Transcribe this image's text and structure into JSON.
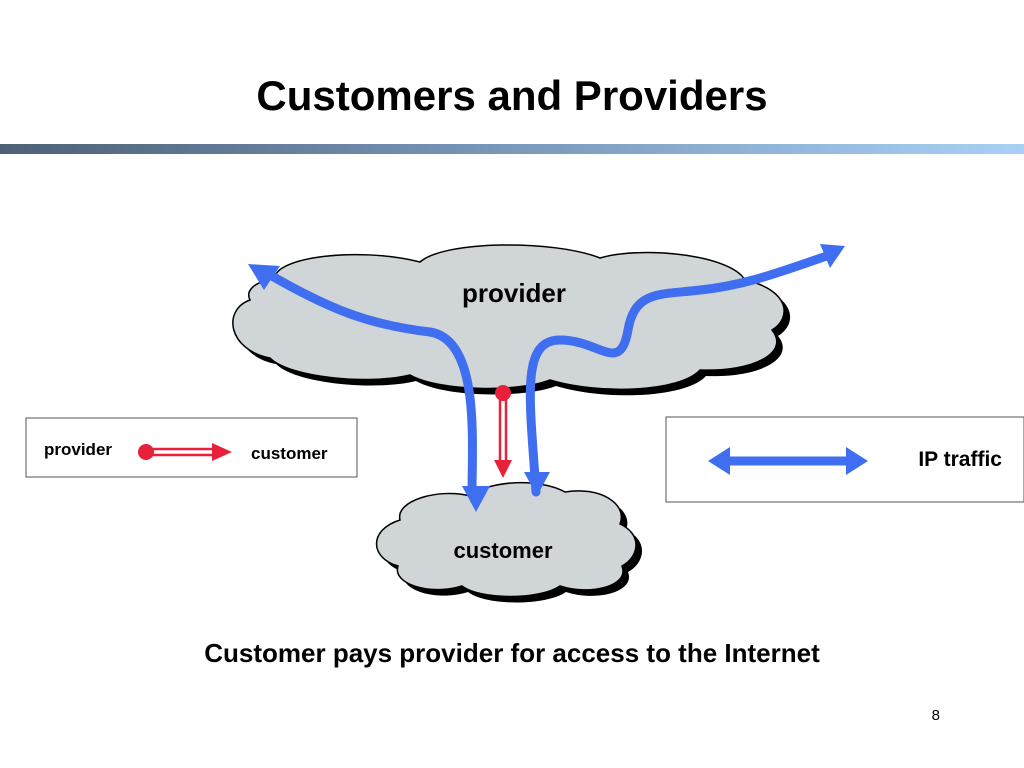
{
  "slide": {
    "title": "Customers and Providers",
    "caption": "Customer pays provider for access to the Internet",
    "page_number": "8"
  },
  "diagram": {
    "provider_cloud_label": "provider",
    "customer_cloud_label": "customer",
    "legend_left": {
      "from_label": "provider",
      "to_label": "customer"
    },
    "legend_right": {
      "label": "IP traffic"
    },
    "colors": {
      "cloud_fill": "#d0d5d8",
      "cloud_shadow": "#000000",
      "traffic_arrow": "#3f6ff0",
      "payment_arrow": "#e8203a",
      "title_rule_start": "#4d6176",
      "title_rule_end": "#a9d1f5"
    }
  }
}
